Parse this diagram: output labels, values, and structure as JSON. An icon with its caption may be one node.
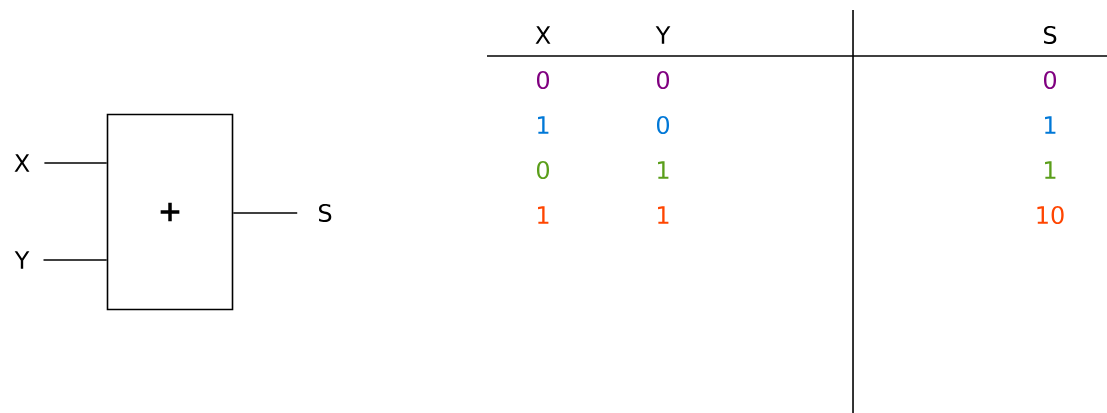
{
  "diagram": {
    "nodes": [
      {
        "text": [
          "X"
        ]
      },
      {
        "text": [
          "+"
        ]
      },
      {
        "text": [
          "Y"
        ]
      },
      {
        "text": [
          "S"
        ]
      }
    ],
    "edges": [
      {
        "from": 0,
        "to": 1,
        "arrow": "none"
      },
      {
        "from": 2,
        "to": 1,
        "arrow": "none"
      },
      {
        "from": 1,
        "to": 3,
        "arrow": "none"
      }
    ],
    "labels": [
      "X",
      "Y",
      "S",
      "0",
      "0",
      "0",
      "1",
      "0",
      "1",
      "0",
      "1",
      "1",
      "1",
      "1",
      "10"
    ]
  }
}
